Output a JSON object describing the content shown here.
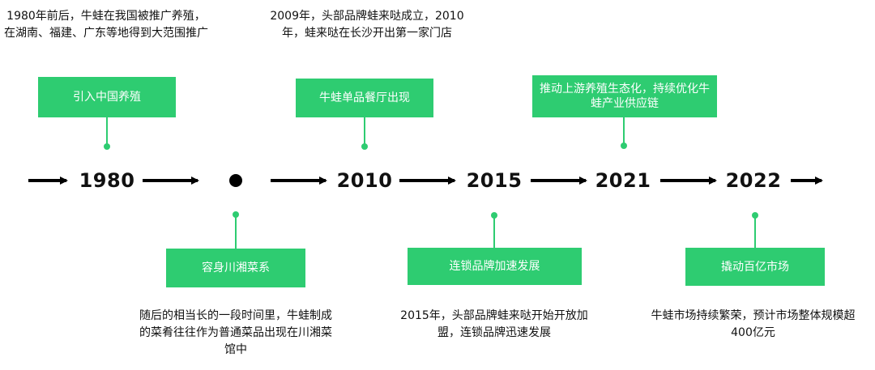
{
  "years": [
    "1980",
    "",
    "2010",
    "2015",
    "2021",
    "2022"
  ],
  "top_notes": [
    "1980年前后，牛蛙在我国被推广养殖，在湖南、福建、广东等地得到大范围推广",
    "2009年，头部品牌蛙来哒成立，2010年，蛙来哒在长沙开出第一家门店"
  ],
  "top_boxes": [
    "引入中国养殖",
    "牛蛙单品餐厅出现",
    "推动上游养殖生态化，持续优化牛蛙产业供应链"
  ],
  "bottom_boxes": [
    "容身川湘菜系",
    "连锁品牌加速发展",
    "撬动百亿市场"
  ],
  "bottom_notes": [
    "随后的相当长的一段时间里，牛蛙制成的菜肴往往作为普通菜品出现在川湘菜馆中",
    "2015年，头部品牌蛙来哒开始开放加盟，连锁品牌迅速发展",
    "牛蛙市场持续繁荣，预计市场整体规模超400亿元"
  ],
  "colors": {
    "accent": "#2ecc71",
    "line": "#000000"
  }
}
